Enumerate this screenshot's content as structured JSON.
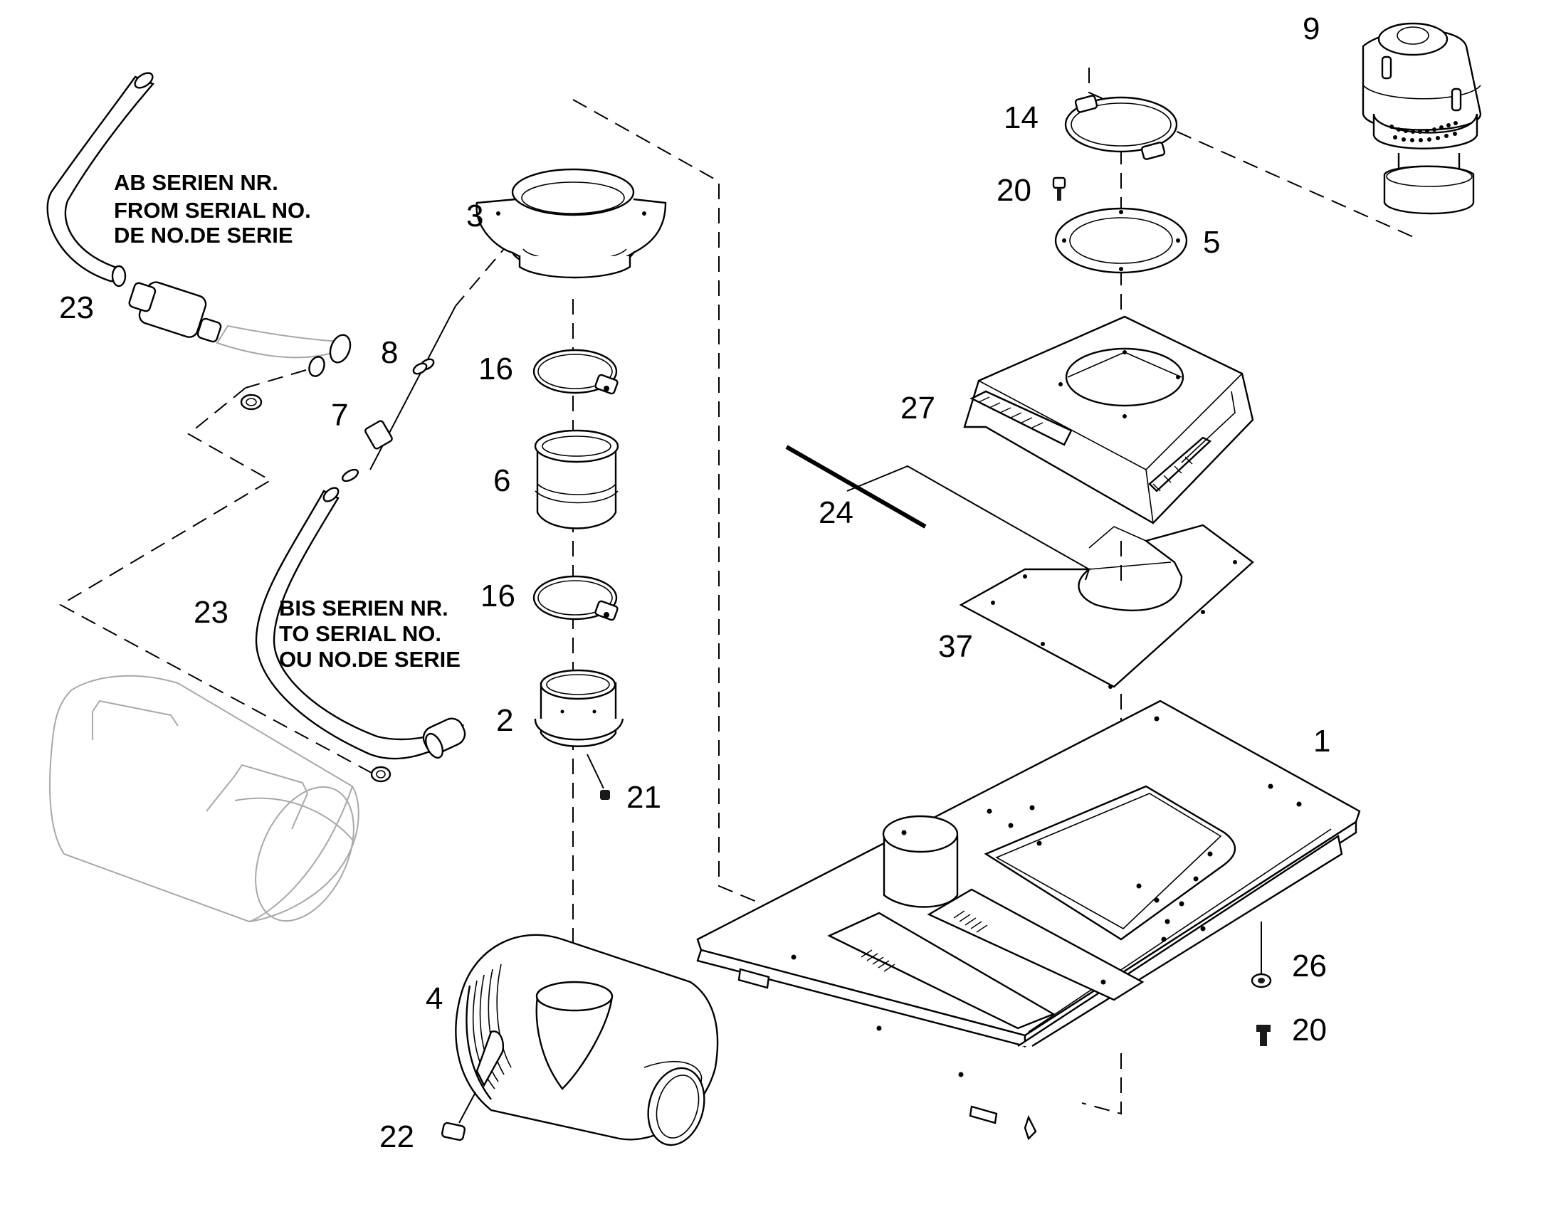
{
  "callouts": {
    "p1": "1",
    "p2": "2",
    "p3": "3",
    "p4": "4",
    "p5": "5",
    "p6": "6",
    "p7": "7",
    "p8": "8",
    "p9": "9",
    "p14": "14",
    "p16_top": "16",
    "p16_bottom": "16",
    "p20_top": "20",
    "p20_bottom": "20",
    "p21": "21",
    "p22": "22",
    "p23_top": "23",
    "p23_bottom": "23",
    "p24": "24",
    "p26": "26",
    "p27": "27",
    "p37": "37"
  },
  "notes": {
    "from_serial": [
      "AB SERIEN NR.",
      "FROM SERIAL NO.",
      "DE NO.DE SERIE"
    ],
    "to_serial": [
      "BIS SERIEN NR.",
      "TO SERIAL NO.",
      "OU NO.DE SERIE"
    ]
  }
}
